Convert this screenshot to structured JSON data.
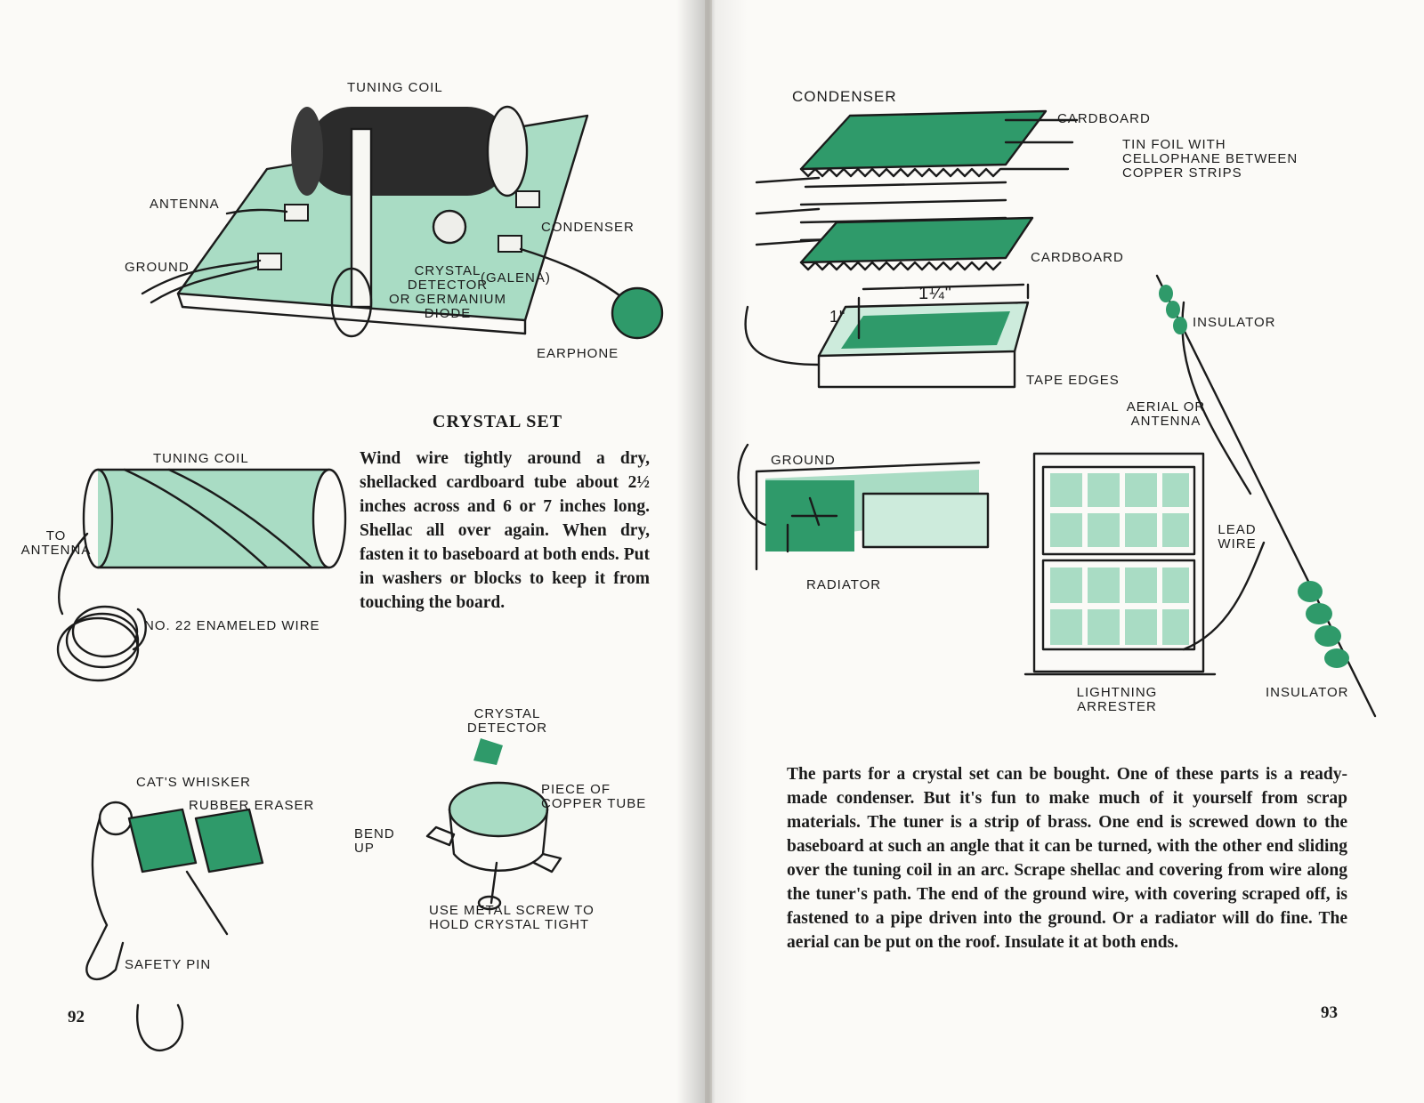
{
  "colors": {
    "accent_green": "#2f9a6a",
    "light_green": "#a9dcc4",
    "paper": "#fbfaf7",
    "ink": "#1b1b1b"
  },
  "left_page": {
    "assembled_set_labels": {
      "tuning_coil": "TUNING COIL",
      "antenna": "ANTENNA",
      "condenser": "CONDENSER",
      "ground": "GROUND",
      "crystal_detector": [
        "CRYSTAL",
        "DETECTOR",
        "OR GERMANIUM",
        "DIODE"
      ],
      "galena": "(GALENA)",
      "earphone": "EARPHONE"
    },
    "heading": "CRYSTAL SET",
    "paragraph": "Wind wire tightly around a dry, shellacked cardboard tube about 2½ inches across and 6 or 7 inches long. Shellac all over again. When dry, fasten it to baseboard at both ends. Put in washers or blocks to keep it from touching the board.",
    "coil_labels": {
      "tuning_coil": "TUNING COIL",
      "to_antenna": [
        "TO",
        "ANTENNA"
      ],
      "wire": "NO. 22 ENAMELED WIRE"
    },
    "whisker_labels": {
      "cats_whisker": "CAT'S WHISKER",
      "rubber_eraser": "RUBBER ERASER",
      "safety_pin": "SAFETY PIN"
    },
    "detector_labels": {
      "crystal_detector": [
        "CRYSTAL",
        "DETECTOR"
      ],
      "copper_tube": [
        "PIECE OF",
        "COPPER TUBE"
      ],
      "bend_up": [
        "BEND",
        "UP"
      ],
      "screw": [
        "USE METAL SCREW TO",
        "HOLD CRYSTAL TIGHT"
      ]
    },
    "page_number": "92"
  },
  "right_page": {
    "condenser_labels": {
      "title": "CONDENSER",
      "cardboard_top": "CARDBOARD",
      "tin_foil": [
        "TIN FOIL WITH",
        "CELLOPHANE BETWEEN",
        "COPPER STRIPS"
      ],
      "cardboard_bottom": "CARDBOARD",
      "dimension_wide": "1¼\"",
      "dimension_short": "1\"",
      "tape_edges": "TAPE EDGES"
    },
    "ground_labels": {
      "ground": "GROUND",
      "radiator": "RADIATOR"
    },
    "aerial_labels": {
      "insulator_top": "INSULATOR",
      "aerial": [
        "AERIAL OR",
        "ANTENNA"
      ],
      "lead_wire": [
        "LEAD",
        "WIRE"
      ],
      "lightning_arrester": [
        "LIGHTNING",
        "ARRESTER"
      ],
      "insulator_bottom": "INSULATOR"
    },
    "paragraph": "The parts for a crystal set can be bought. One of these parts is a ready-made condenser. But it's fun to make much of it yourself from scrap materials. The tuner is a strip of brass. One end is screwed down to the baseboard at such an angle that it can be turned, with the other end sliding over the tuning coil in an arc. Scrape shellac and covering from wire along the tuner's path. The end of the ground wire, with covering scraped off, is fastened to a pipe driven into the ground. Or a radiator will do fine. The aerial can be put on the roof. Insulate it at both ends.",
    "page_number": "93"
  }
}
